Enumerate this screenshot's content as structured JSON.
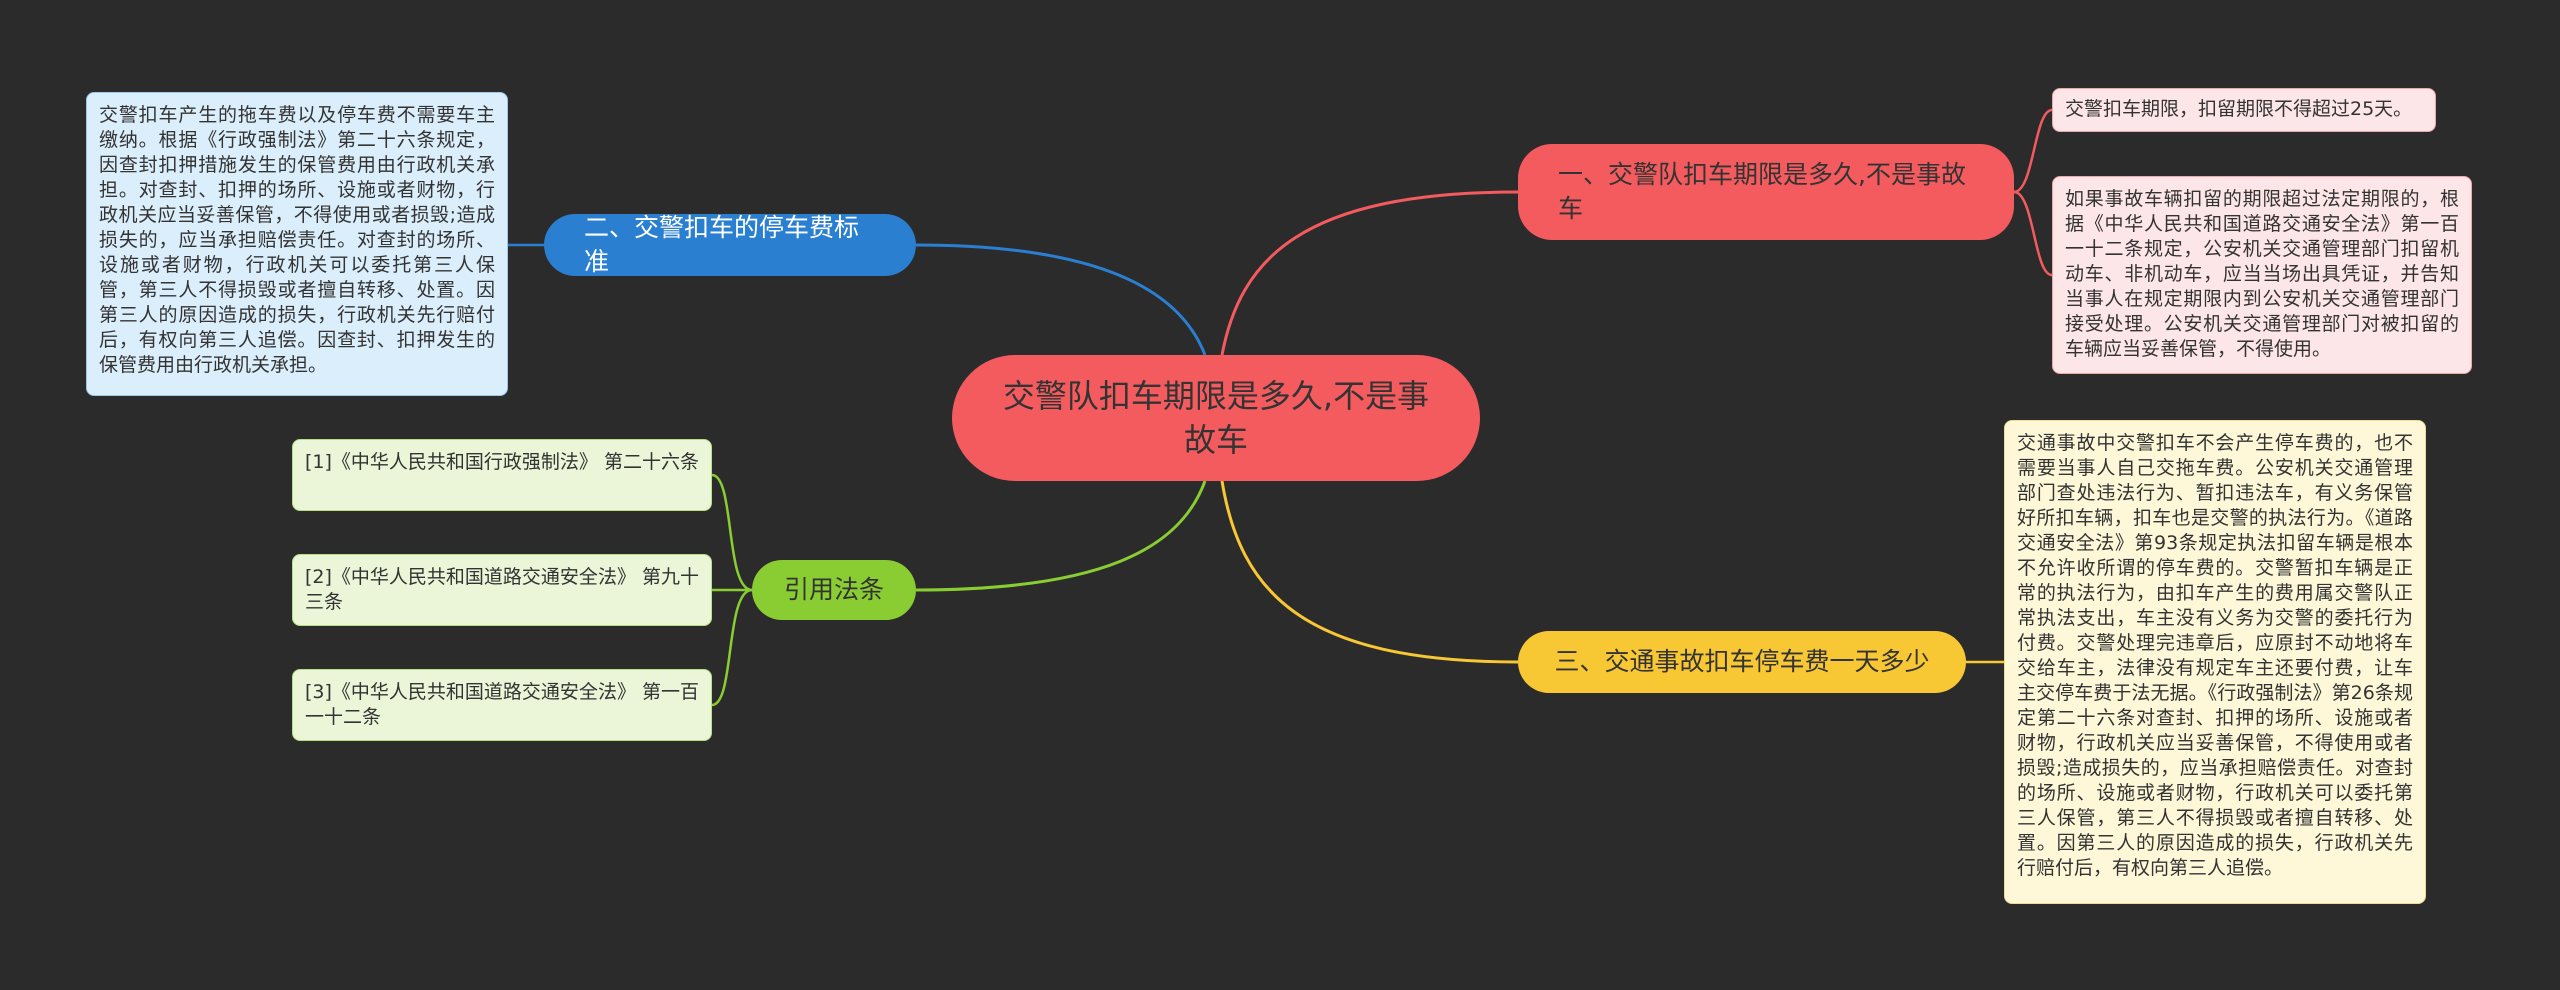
{
  "colors": {
    "background": "#2b2b2b",
    "root": "#f45b5e",
    "branch_red": "#f45b5e",
    "branch_blue": "#2a7fd1",
    "branch_yellow": "#f8c734",
    "branch_green": "#8acd33"
  },
  "root": {
    "label": "交警队扣车期限是多久,不是事故车"
  },
  "branches": {
    "b1": {
      "label": "一、交警队扣车期限是多久,不是事故车",
      "leaves": [
        "交警扣车期限，扣留期限不得超过25天。",
        "如果事故车辆扣留的期限超过法定期限的，根据《中华人民共和国道路交通安全法》第一百一十二条规定，公安机关交通管理部门扣留机动车、非机动车，应当当场出具凭证，并告知当事人在规定期限内到公安机关交通管理部门接受处理。公安机关交通管理部门对被扣留的车辆应当妥善保管，不得使用。"
      ]
    },
    "b2": {
      "label": "二、交警扣车的停车费标准",
      "leaves": [
        "交警扣车产生的拖车费以及停车费不需要车主缴纳。根据《行政强制法》第二十六条规定，因查封扣押措施发生的保管费用由行政机关承担。对查封、扣押的场所、设施或者财物，行政机关应当妥善保管，不得使用或者损毁;造成损失的，应当承担赔偿责任。对查封的场所、设施或者财物，行政机关可以委托第三人保管，第三人不得损毁或者擅自转移、处置。因第三人的原因造成的损失，行政机关先行赔付后，有权向第三人追偿。因查封、扣押发生的保管费用由行政机关承担。"
      ]
    },
    "b3": {
      "label": "三、交通事故扣车停车费一天多少",
      "leaves": [
        "交通事故中交警扣车不会产生停车费的，也不需要当事人自己交拖车费。公安机关交通管理部门查处违法行为、暂扣违法车，有义务保管好所扣车辆，扣车也是交警的执法行为。《道路交通安全法》第93条规定执法扣留车辆是根本不允许收所谓的停车费的。交警暂扣车辆是正常的执法行为，由扣车产生的费用属交警队正常执法支出，车主没有义务为交警的委托行为付费。交警处理完违章后，应原封不动地将车交给车主，法律没有规定车主还要付费，让车主交停车费于法无据。《行政强制法》第26条规定第二十六条对查封、扣押的场所、设施或者财物，行政机关应当妥善保管，不得使用或者损毁;造成损失的，应当承担赔偿责任。对查封的场所、设施或者财物，行政机关可以委托第三人保管，第三人不得损毁或者擅自转移、处置。因第三人的原因造成的损失，行政机关先行赔付后，有权向第三人追偿。"
      ]
    },
    "b4": {
      "label": "引用法条",
      "leaves": [
        "[1]《中华人民共和国行政强制法》 第二十六条",
        "[2]《中华人民共和国道路交通安全法》 第九十三条",
        "[3]《中华人民共和国道路交通安全法》 第一百一十二条"
      ]
    }
  }
}
